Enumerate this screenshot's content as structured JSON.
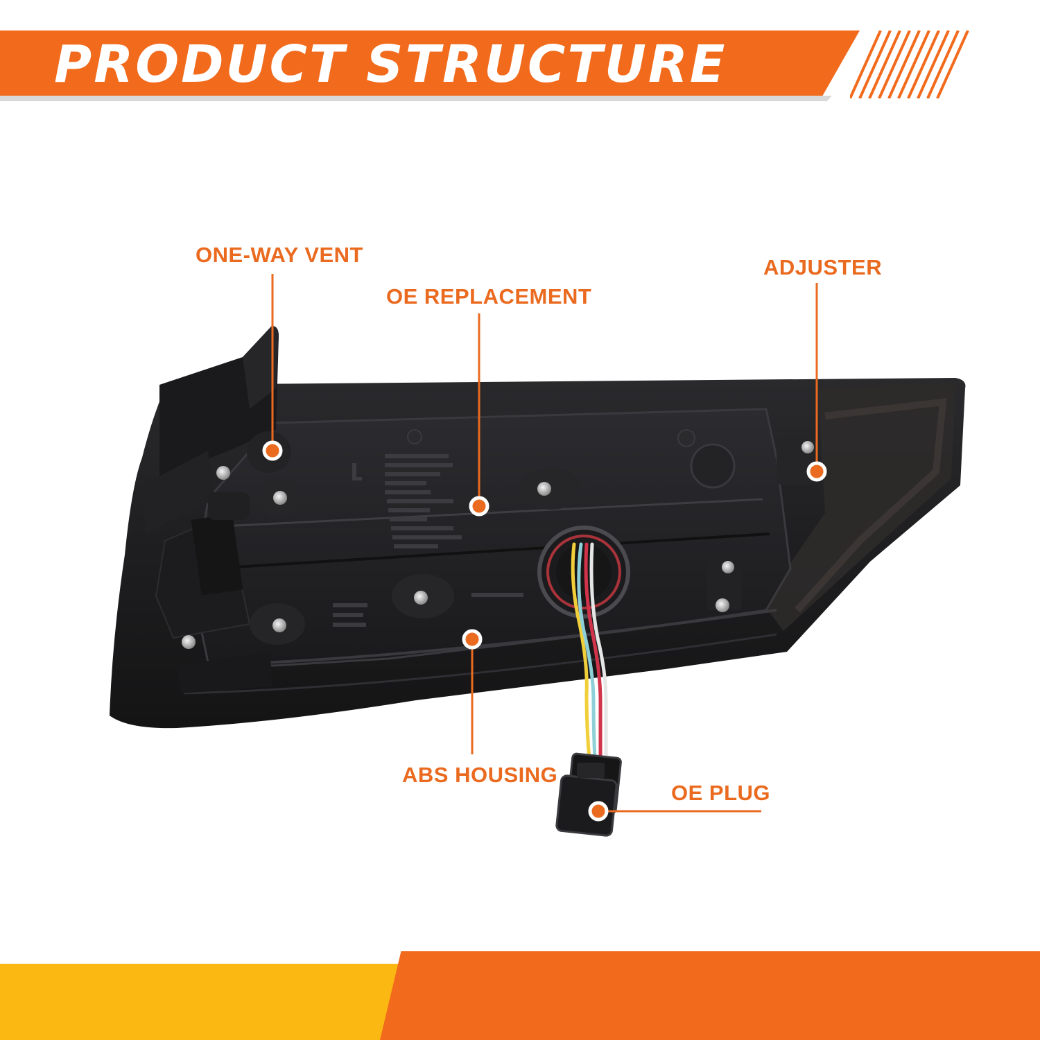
{
  "header": {
    "title": "PRODUCT STRUCTURE"
  },
  "callouts": {
    "one_way_vent": "ONE-WAY VENT",
    "oe_replacement": "OE REPLACEMENT",
    "adjuster": "ADJUSTER",
    "abs_housing": "ABS HOUSING",
    "oe_plug": "OE PLUG"
  },
  "colors": {
    "accent_orange": "#f26a1b",
    "label_orange": "#ea6a1f",
    "accent_yellow": "#fcb812",
    "housing_black": "#1b1b1d"
  }
}
